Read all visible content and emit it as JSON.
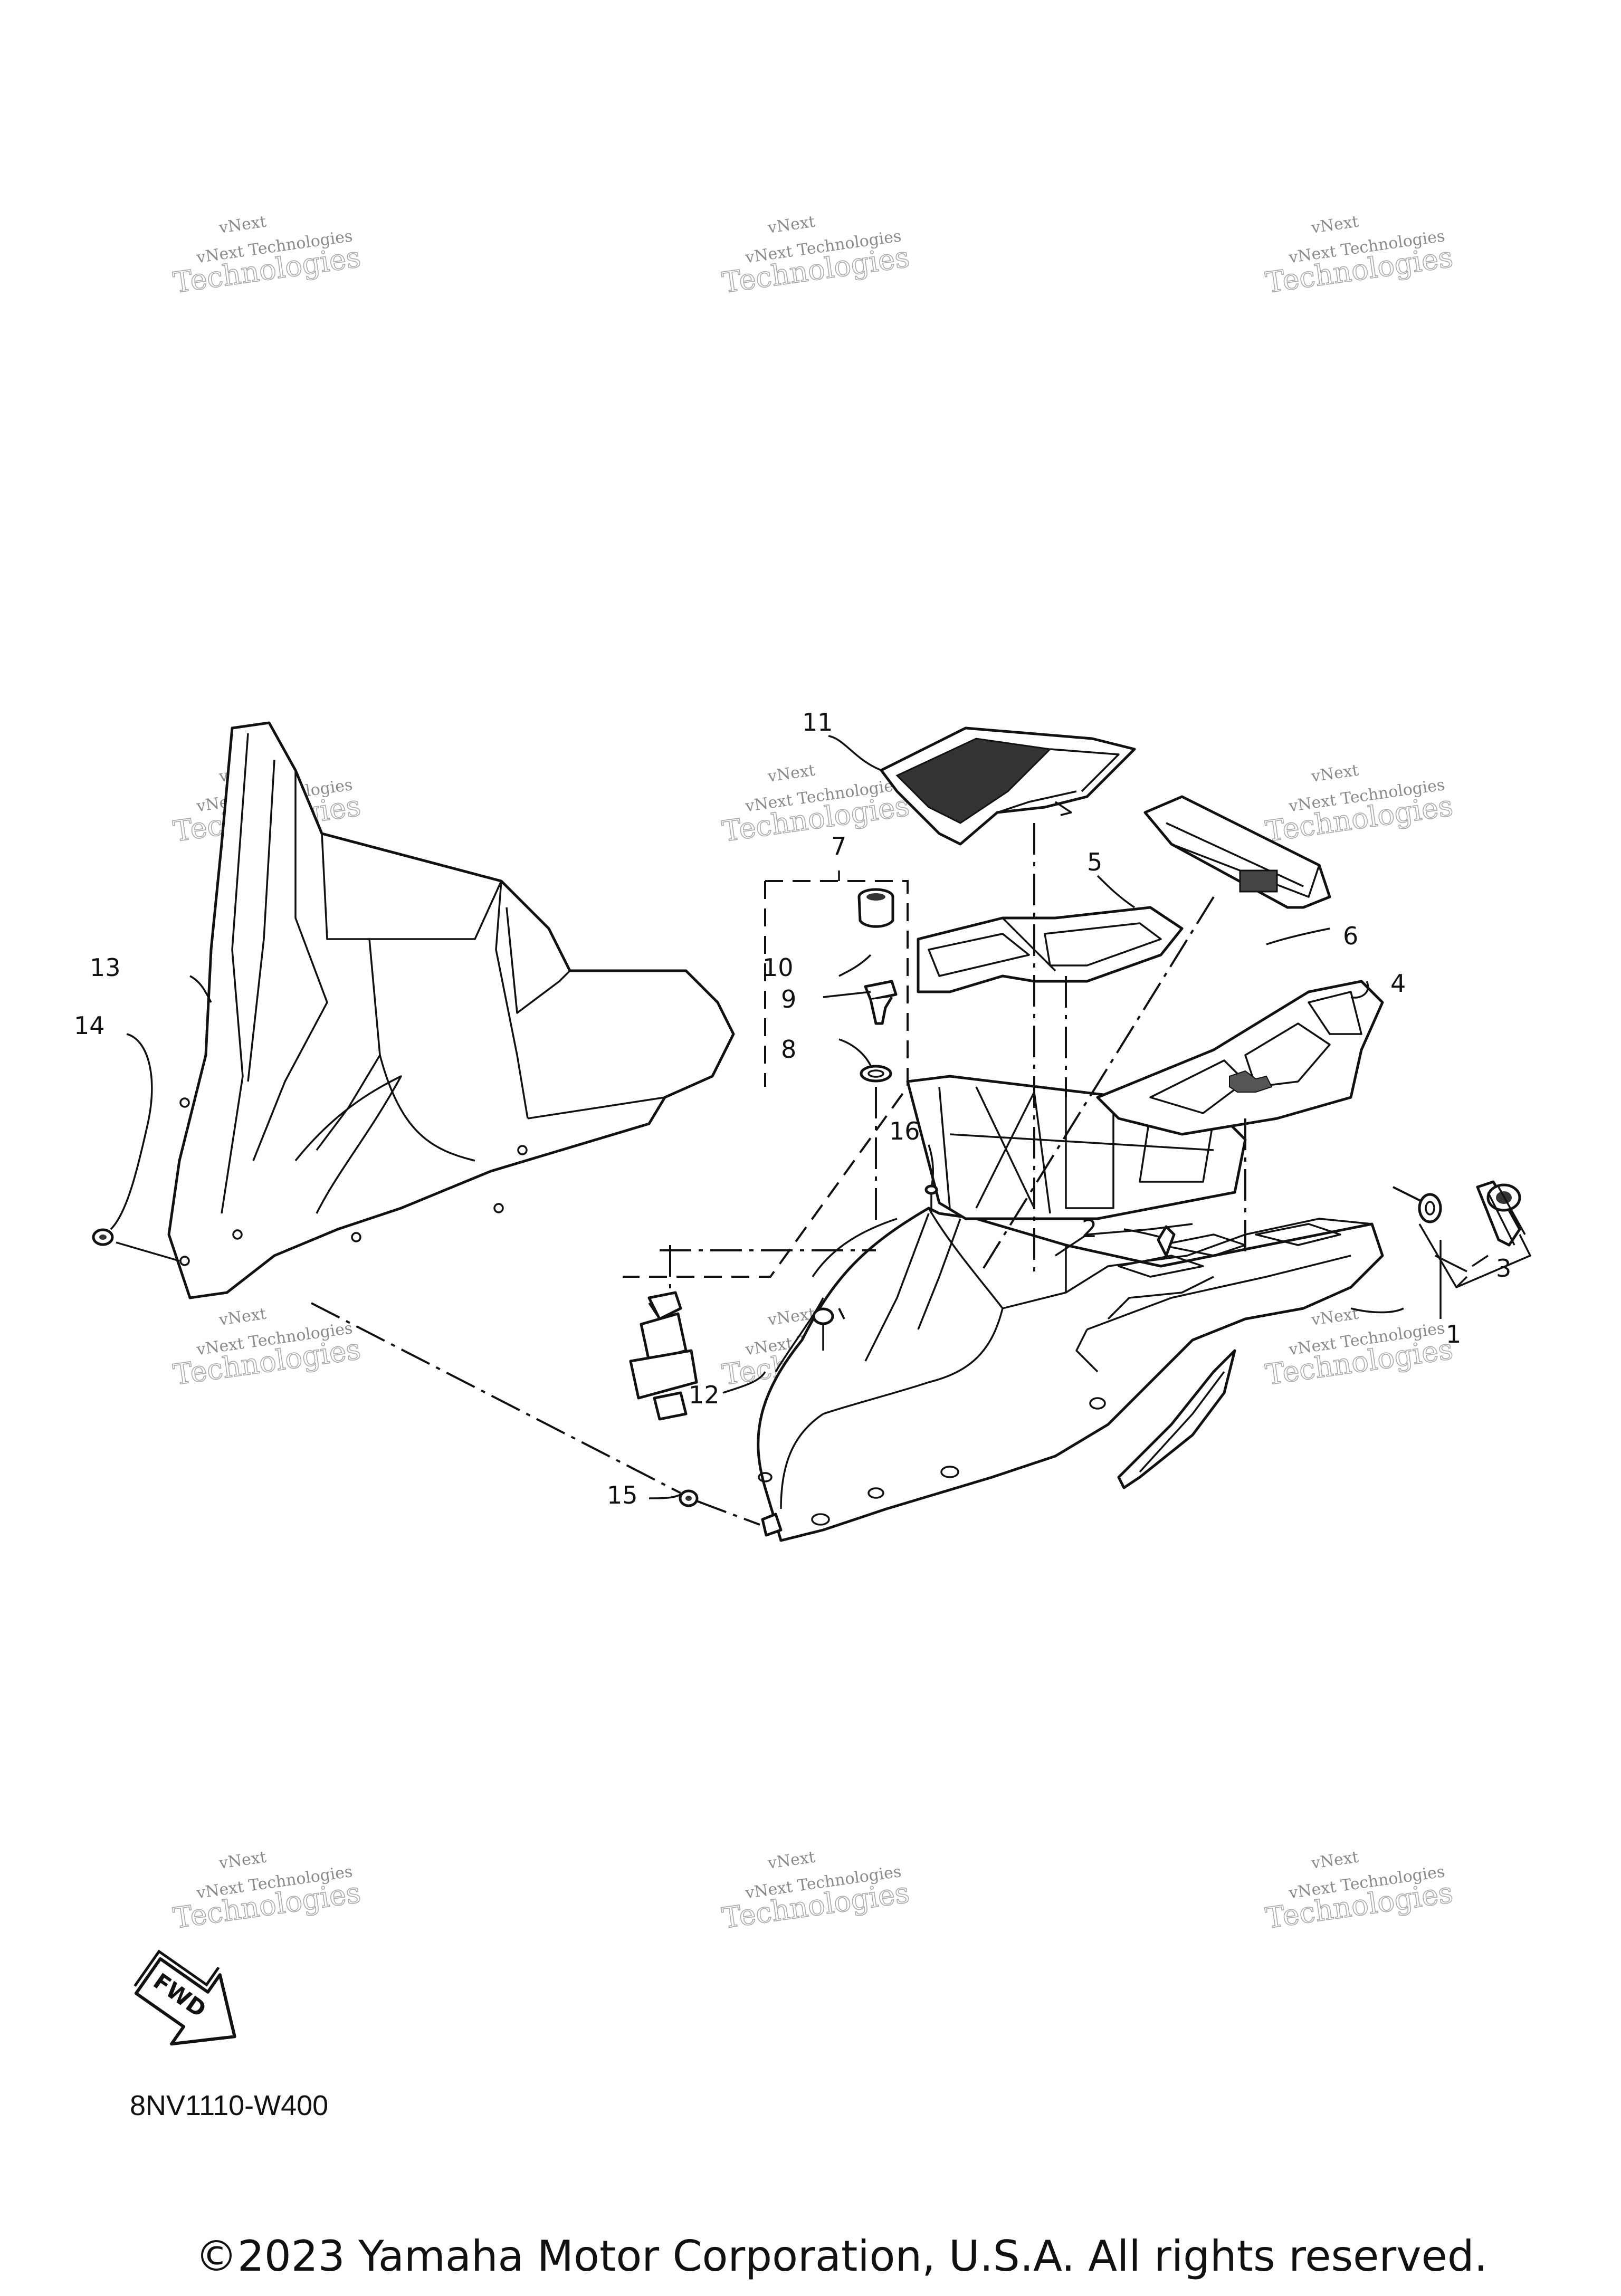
{
  "diagram": {
    "part_code": "8NV1110-W400",
    "copyright": "©2023 Yamaha Motor Corporation, U.S.A. All rights reserved.",
    "fwd_label": "FWD",
    "watermark": {
      "small": "vNext Technologies",
      "big": "Technologies",
      "top": "vNext"
    },
    "callouts": [
      "1",
      "2",
      "3",
      "4",
      "5",
      "6",
      "7",
      "8",
      "9",
      "10",
      "11",
      "12",
      "13",
      "14",
      "15",
      "16"
    ]
  }
}
